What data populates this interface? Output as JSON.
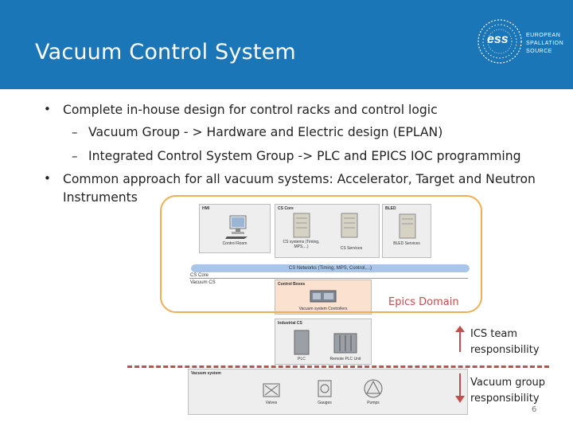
{
  "slide": {
    "title": "Vacuum Control System",
    "page_number": "6"
  },
  "logo": {
    "mark": "ess",
    "lines": [
      "EUROPEAN",
      "SPALLATION",
      "SOURCE"
    ]
  },
  "bullets": [
    {
      "level": 1,
      "text": "Complete in-house design for control racks and control logic"
    },
    {
      "level": 2,
      "text": "Vacuum Group - > Hardware and Electric design (EPLAN)"
    },
    {
      "level": 2,
      "text": "Integrated Control System Group  -> PLC and EPICS IOC programming"
    },
    {
      "level": 1,
      "text": "Common approach for all vacuum systems: Accelerator, Target and  Neutron"
    },
    {
      "level": 1,
      "text": "Instruments"
    }
  ],
  "diagram": {
    "hmi": {
      "label": "HMI",
      "caption": "Control Room"
    },
    "cs_core": {
      "label": "CS Core",
      "captions": [
        "CS systems (Timing, MPS,...)",
        "CS Services"
      ]
    },
    "bled": {
      "label": "BLED",
      "caption": "BLED Services"
    },
    "network_bar": "CS Networks (Timing, MPS, Control,...)",
    "cs_core_line": "CS Core",
    "vacuum_cs_line": "Vacuum CS",
    "control_boxes": {
      "label": "Control Boxes",
      "caption": "Vacuum system Controllers"
    },
    "industrial_cs": {
      "label": "Industrial CS",
      "captions": [
        "PLC",
        "Remote PLC Unit"
      ]
    },
    "vacuum_system": {
      "label": "Vacuum system",
      "captions": [
        "Valves",
        "Gauges",
        "Pumps"
      ]
    }
  },
  "epics_domain": "Epics Domain",
  "ics_responsibility": [
    "ICS team",
    "responsibility"
  ],
  "vacuum_responsibility": [
    "Vacuum group",
    "responsibility"
  ],
  "colors": {
    "header_blue": "#1b76b8",
    "epics_border": "#f0ae56",
    "epics_text": "#c0504d",
    "divider_red": "#c0504d",
    "network_bar": "#a9c6e6"
  }
}
